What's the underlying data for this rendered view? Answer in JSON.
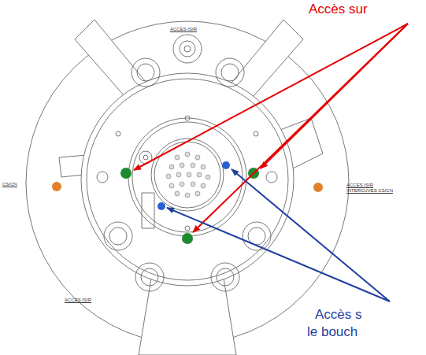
{
  "diagram": {
    "labels": [
      "Accès sur",
      "ACCES ISIR",
      "CS/CN",
      "ACCES ISIR INTERCUVES CS/CN",
      "ACCES ISIR",
      "Accès s",
      "le bouch"
    ]
  }
}
